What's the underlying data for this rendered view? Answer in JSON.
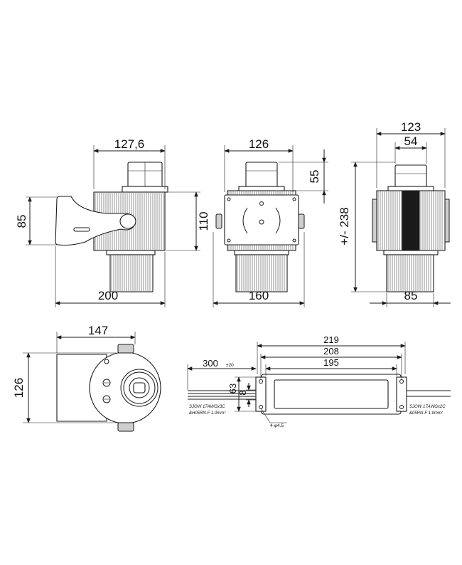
{
  "drawing": {
    "side_view": {
      "width": "127,6",
      "height": "110",
      "arm": "85",
      "length": "200"
    },
    "front_view": {
      "width": "126",
      "lens": "55",
      "base": "160"
    },
    "back_view": {
      "width": "123",
      "lens": "54",
      "height": "+/- 238",
      "base": "85"
    },
    "top_view": {
      "width": "147",
      "height": "126"
    },
    "driver": {
      "overall": "219",
      "mount": "208",
      "body": "195",
      "cable": "300",
      "cable_tol": "±20",
      "h63": "63",
      "h8": "8",
      "holes": "4-φ4.5",
      "cable_in_1": "SJOW 17AWGx3C",
      "cable_in_2": "&H05RN-F 1.0mm²",
      "cable_out_1": "SJOW 17AWGx2C",
      "cable_out_2": "&05RN-F 1.0mm²"
    }
  }
}
